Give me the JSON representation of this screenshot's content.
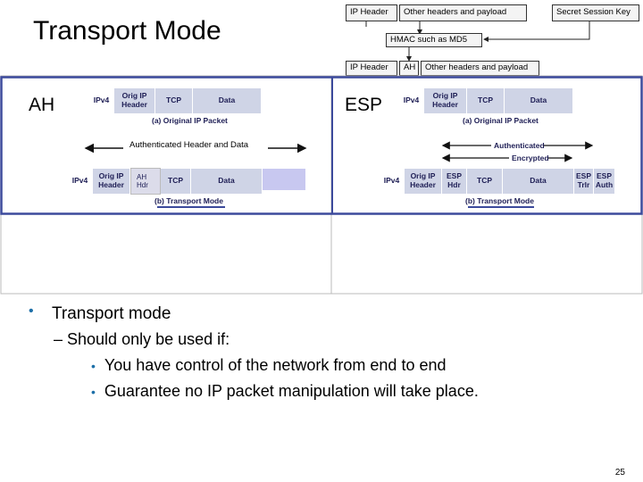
{
  "slide": {
    "title": "Transport Mode",
    "page_number": "25"
  },
  "top_diagram": {
    "box_ip_header_1": "IP Header",
    "box_other_1": "Other headers and payload",
    "box_secret_key": "Secret Session Key",
    "box_hmac": "HMAC such as MD5",
    "box_ip_header_2": "IP Header",
    "box_ah": "AH",
    "box_other_2": "Other headers and payload"
  },
  "ah_panel": {
    "label": "AH",
    "original_cells": [
      "IPv4",
      "Orig IP Header",
      "TCP",
      "Data"
    ],
    "original_caption": "(a) Original IP Packet",
    "authenticated_text": "Authenticated Header and Data",
    "transport_cells": [
      "IPv4",
      "Orig IP Header",
      "AH Hdr",
      "TCP",
      "Data"
    ],
    "transport_caption": "(b) Transport Mode"
  },
  "esp_panel": {
    "label": "ESP",
    "original_cells": [
      "IPv4",
      "Orig IP Header",
      "TCP",
      "Data"
    ],
    "original_caption": "(a) Original IP Packet",
    "authenticated_text": "Authenticated",
    "encrypted_text": "Encrypted",
    "transport_cells": [
      "IPv4",
      "Orig IP Header",
      "ESP Hdr",
      "TCP",
      "Data",
      "ESP Trlr",
      "ESP Auth"
    ],
    "transport_caption": "(b) Transport Mode"
  },
  "bullets": {
    "level1": "Transport mode",
    "level2": "Should only be used if:",
    "level3": [
      "You have control of the network from end to end",
      "Guarantee no IP packet manipulation will take place."
    ]
  },
  "colors": {
    "frame_blue": "#3c4a9c",
    "bullet_blue": "#1d6fa8",
    "cell_shade": "#cfd4e6",
    "ah_highlight": "#c8c8f0"
  }
}
